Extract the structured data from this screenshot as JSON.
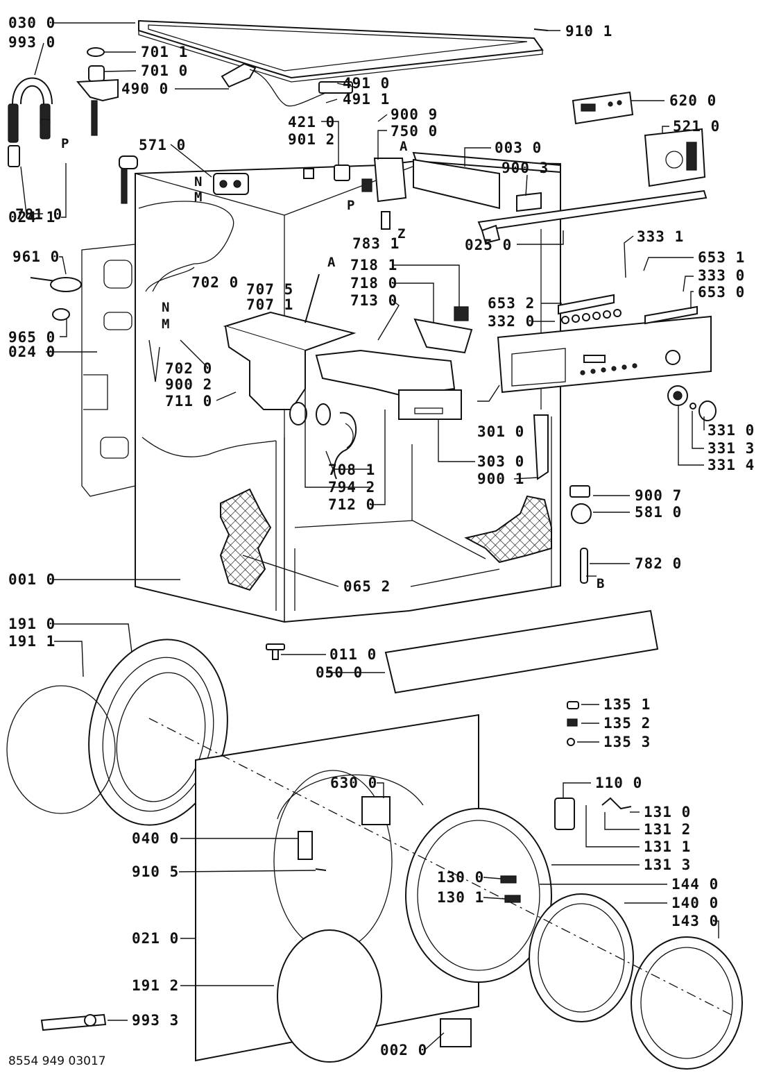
{
  "document_number": "8554 949 03017",
  "callouts": [
    {
      "id": "c0300",
      "label": "030 0"
    },
    {
      "id": "c9930",
      "label": "993 0"
    },
    {
      "id": "c7011",
      "label": "701 1"
    },
    {
      "id": "c7010",
      "label": "701 0"
    },
    {
      "id": "c4900",
      "label": "490 0"
    },
    {
      "id": "c9101",
      "label": "910 1"
    },
    {
      "id": "c4910",
      "label": "491 0"
    },
    {
      "id": "c4911",
      "label": "491 1"
    },
    {
      "id": "c4210",
      "label": "421 0"
    },
    {
      "id": "c9009",
      "label": "900 9"
    },
    {
      "id": "c9012",
      "label": "901 2"
    },
    {
      "id": "c7500",
      "label": "750 0"
    },
    {
      "id": "c6200",
      "label": "620 0"
    },
    {
      "id": "c5210",
      "label": "521 0"
    },
    {
      "id": "c5710",
      "label": "571 0"
    },
    {
      "id": "c0030",
      "label": "003 0"
    },
    {
      "id": "c9003",
      "label": "900 3"
    },
    {
      "id": "c7810",
      "label": "781 0"
    },
    {
      "id": "c0241",
      "label": "024 1"
    },
    {
      "id": "c0250",
      "label": "025 0"
    },
    {
      "id": "c7831",
      "label": "783 1"
    },
    {
      "id": "c3331",
      "label": "333 1"
    },
    {
      "id": "c6531",
      "label": "653 1"
    },
    {
      "id": "c3330",
      "label": "333 0"
    },
    {
      "id": "c6530",
      "label": "653 0"
    },
    {
      "id": "c9610",
      "label": "961 0"
    },
    {
      "id": "c7181",
      "label": "718 1"
    },
    {
      "id": "c7180",
      "label": "718 0"
    },
    {
      "id": "c7130",
      "label": "713 0"
    },
    {
      "id": "c7020a",
      "label": "702 0"
    },
    {
      "id": "c7075",
      "label": "707 5"
    },
    {
      "id": "c7071",
      "label": "707 1"
    },
    {
      "id": "c6532",
      "label": "653 2"
    },
    {
      "id": "c3320",
      "label": "332 0"
    },
    {
      "id": "c9650",
      "label": "965 0"
    },
    {
      "id": "c0240",
      "label": "024 0"
    },
    {
      "id": "c7020b",
      "label": "702 0"
    },
    {
      "id": "c9002",
      "label": "900 2"
    },
    {
      "id": "c7110",
      "label": "711 0"
    },
    {
      "id": "c3010",
      "label": "301 0"
    },
    {
      "id": "c3310",
      "label": "331 0"
    },
    {
      "id": "c3313",
      "label": "331 3"
    },
    {
      "id": "c3314",
      "label": "331 4"
    },
    {
      "id": "c3030",
      "label": "303 0"
    },
    {
      "id": "c9001",
      "label": "900 1"
    },
    {
      "id": "c7081",
      "label": "708 1"
    },
    {
      "id": "c7942",
      "label": "794 2"
    },
    {
      "id": "c7120",
      "label": "712 0"
    },
    {
      "id": "c9007",
      "label": "900 7"
    },
    {
      "id": "c5810",
      "label": "581 0"
    },
    {
      "id": "c7820",
      "label": "782 0"
    },
    {
      "id": "c0010",
      "label": "001 0"
    },
    {
      "id": "c0652",
      "label": "065 2"
    },
    {
      "id": "c1910",
      "label": "191 0"
    },
    {
      "id": "c1911",
      "label": "191 1"
    },
    {
      "id": "c0110",
      "label": "011 0"
    },
    {
      "id": "c0500",
      "label": "050 0"
    },
    {
      "id": "c1351",
      "label": "135 1"
    },
    {
      "id": "c1352",
      "label": "135 2"
    },
    {
      "id": "c1353",
      "label": "135 3"
    },
    {
      "id": "c6300",
      "label": "630 0"
    },
    {
      "id": "c1100",
      "label": "110 0"
    },
    {
      "id": "c1310",
      "label": "131 0"
    },
    {
      "id": "c1312",
      "label": "131 2"
    },
    {
      "id": "c1311",
      "label": "131 1"
    },
    {
      "id": "c0400",
      "label": "040 0"
    },
    {
      "id": "c1313",
      "label": "131 3"
    },
    {
      "id": "c9105",
      "label": "910 5"
    },
    {
      "id": "c1300",
      "label": "130 0"
    },
    {
      "id": "c1440",
      "label": "144 0"
    },
    {
      "id": "c1301",
      "label": "130 1"
    },
    {
      "id": "c1400",
      "label": "140 0"
    },
    {
      "id": "c0210",
      "label": "021 0"
    },
    {
      "id": "c1430",
      "label": "143 0"
    },
    {
      "id": "c1912",
      "label": "191 2"
    },
    {
      "id": "c9933",
      "label": "993 3"
    },
    {
      "id": "c0020",
      "label": "002 0"
    }
  ],
  "letters": [
    {
      "id": "lP1",
      "label": "P"
    },
    {
      "id": "lA1",
      "label": "A"
    },
    {
      "id": "lN1",
      "label": "N"
    },
    {
      "id": "lM1",
      "label": "M"
    },
    {
      "id": "lP2",
      "label": "P"
    },
    {
      "id": "lZ",
      "label": "Z"
    },
    {
      "id": "lA2",
      "label": "A"
    },
    {
      "id": "lN2",
      "label": "N"
    },
    {
      "id": "lM2",
      "label": "M"
    },
    {
      "id": "lB",
      "label": "B"
    }
  ]
}
